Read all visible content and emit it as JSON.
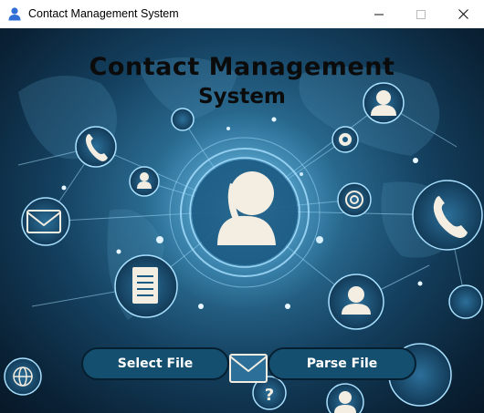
{
  "window": {
    "title": "Contact Management System",
    "icon": "user-icon",
    "controls": [
      "minimize-icon",
      "maximize-icon",
      "close-icon"
    ]
  },
  "app": {
    "heading_line1": "Contact Management",
    "heading_line2": "System",
    "background": "network-contacts-illustration"
  },
  "buttons": {
    "select_file": "Select File",
    "parse_file": "Parse File"
  },
  "colors": {
    "button_fill": "#144f6f",
    "button_border": "#061f30",
    "background_dark": "#0a2236",
    "background_glow": "#5fa6cc"
  }
}
